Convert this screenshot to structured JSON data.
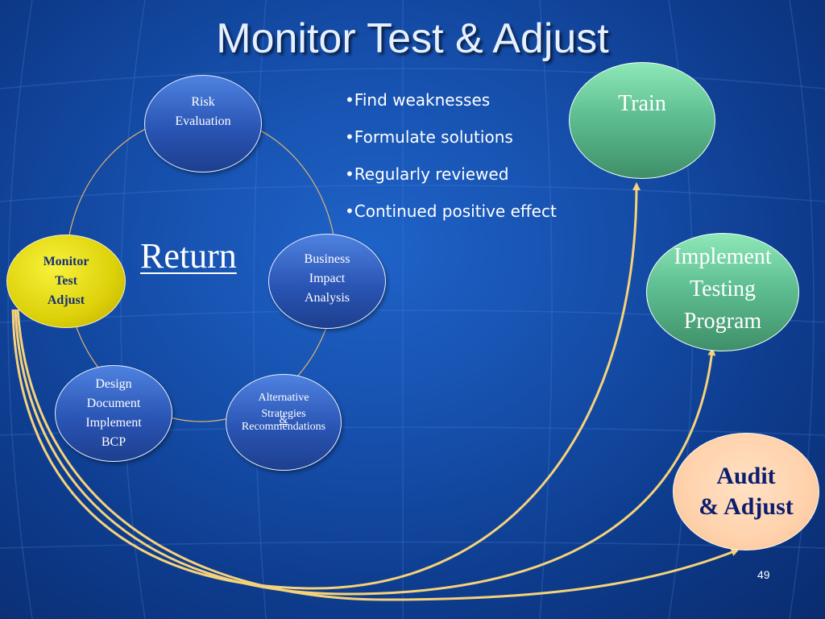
{
  "title": "Monitor Test & Adjust",
  "bullets": [
    "•Find weaknesses",
    "•Formulate solutions",
    "•Regularly reviewed",
    "•Continued positive effect"
  ],
  "cycle": {
    "risk": "Risk\nEvaluation",
    "bia": "Business\nImpact\nAnalysis",
    "alternatives_top": "Alternative\nStrategies",
    "alternatives_amp": "&",
    "alternatives_bottom": "Recommendations",
    "design": "Design\nDocument\nImplement\nBCP",
    "monitor": "Monitor\nTest\nAdjust"
  },
  "return_link": "Return",
  "outcomes": {
    "train": "Train",
    "implement": "Implement\nTesting\nProgram",
    "audit": "Audit\n& Adjust"
  },
  "page_number": "49",
  "colors": {
    "background": "#1650ad",
    "cycle_node": "#2a55b5",
    "monitor_node": "#ddd10a",
    "outcome_node": "#5fbf92",
    "audit_node": "#ffd2ac",
    "arrow": "#f6d27a"
  }
}
